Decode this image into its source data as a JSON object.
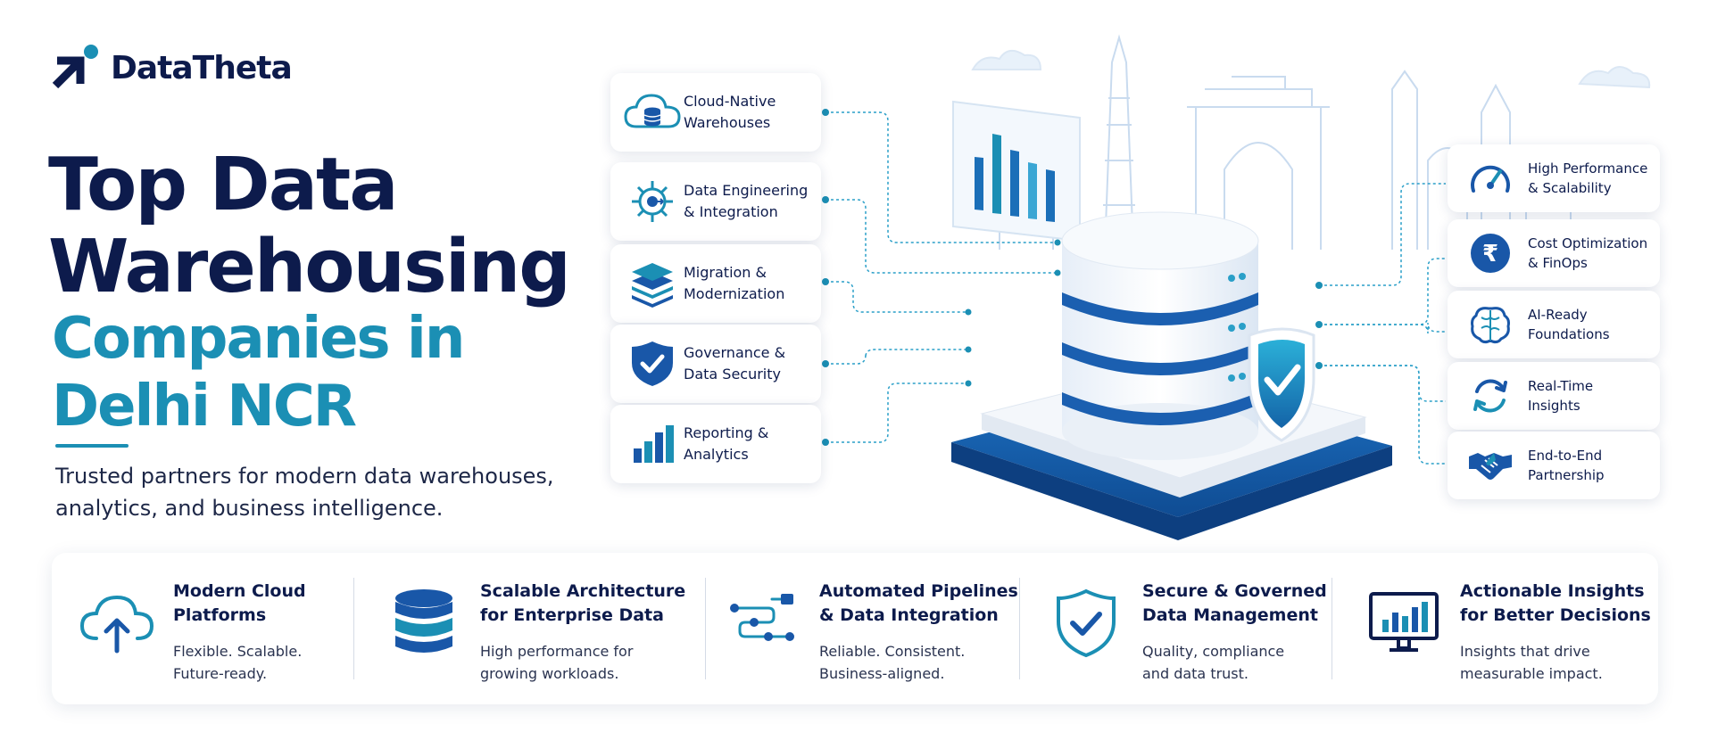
{
  "brand": {
    "name": "DataTheta",
    "accent": "#1b8fb4",
    "navy": "#0d1b4c",
    "blue": "#1957a8"
  },
  "hero": {
    "title_line1": "Top Data",
    "title_line2": "Warehousing",
    "title_line3": "Companies in",
    "title_line4": "Delhi NCR",
    "subtitle": "Trusted partners for modern data warehouses, analytics, and business intelligence."
  },
  "services": [
    {
      "label": "Cloud-Native\nWarehouses",
      "icon": "cloud-database-icon"
    },
    {
      "label": "Data Engineering\n& Integration",
      "icon": "gear-icon"
    },
    {
      "label": "Migration &\nModernization",
      "icon": "layers-icon"
    },
    {
      "label": "Governance &\nData Security",
      "icon": "shield-check-icon"
    },
    {
      "label": "Reporting &\nAnalytics",
      "icon": "bar-chart-icon"
    }
  ],
  "benefits": [
    {
      "label": "High Performance\n& Scalability",
      "icon": "speedometer-icon"
    },
    {
      "label": "Cost Optimization\n& FinOps",
      "icon": "rupee-icon"
    },
    {
      "label": "AI-Ready\nFoundations",
      "icon": "brain-icon"
    },
    {
      "label": "Real-Time\nInsights",
      "icon": "refresh-icon"
    },
    {
      "label": "End-to-End\nPartnership",
      "icon": "handshake-icon"
    }
  ],
  "features": [
    {
      "title": "Modern Cloud\nPlatforms",
      "desc": "Flexible. Scalable.\nFuture-ready.",
      "icon": "cloud-upload-icon"
    },
    {
      "title": "Scalable Architecture\nfor Enterprise Data",
      "desc": "High performance for\ngrowing workloads.",
      "icon": "database-icon"
    },
    {
      "title": "Automated Pipelines\n& Data Integration",
      "desc": "Reliable. Consistent.\nBusiness-aligned.",
      "icon": "pipeline-icon"
    },
    {
      "title": "Secure & Governed\nData Management",
      "desc": "Quality, compliance\nand data trust.",
      "icon": "shield-check-icon"
    },
    {
      "title": "Actionable Insights\nfor Better Decisions",
      "desc": "Insights that drive\nmeasurable impact.",
      "icon": "monitor-chart-icon"
    }
  ]
}
